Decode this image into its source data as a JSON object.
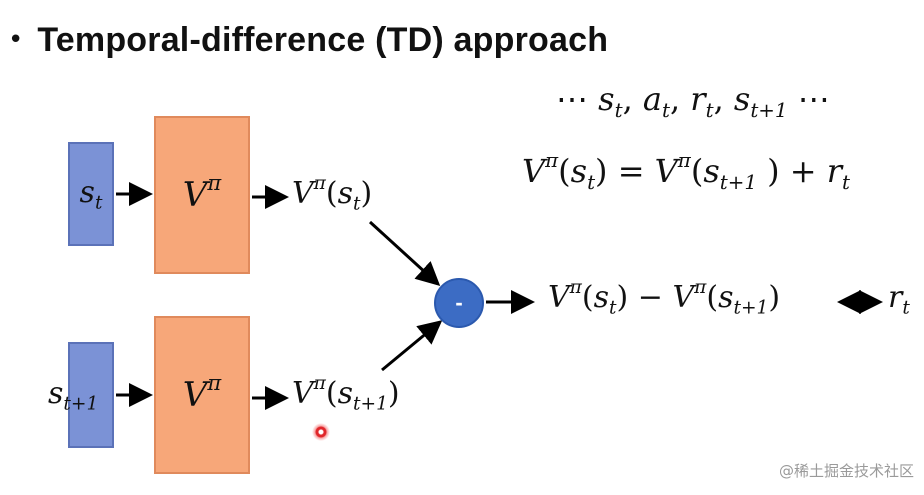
{
  "slide": {
    "bullet": "•",
    "title": "Temporal-difference (TD) approach"
  },
  "sequence": {
    "ellipsis_left": "⋯",
    "s": "s",
    "t": "t",
    "a": "a",
    "r": "r",
    "t1": "t+1",
    "ellipsis_right": "⋯"
  },
  "equation": {
    "V": "V",
    "pi": "π",
    "s": "s",
    "t": "t",
    "t1": "t+1",
    "r": "r"
  },
  "diagram": {
    "top": {
      "state_s": "s",
      "state_sub": "t",
      "v_label": "V",
      "v_sup": "π",
      "out_V": "V",
      "out_pi": "π",
      "out_s": "s",
      "out_sub": "t"
    },
    "bottom": {
      "state_s": "s",
      "state_sub": "t+1",
      "v_label": "V",
      "v_sup": "π",
      "out_V": "V",
      "out_pi": "π",
      "out_s": "s",
      "out_sub": "t+1"
    },
    "minus": "-",
    "result": {
      "V": "V",
      "pi": "π",
      "s": "s",
      "t": "t",
      "t1": "t+1",
      "r": "r",
      "r_sub": "t"
    }
  },
  "colors": {
    "state_box": "#7b92d6",
    "v_box": "#f7a779",
    "minus_circle": "#3c6cc4"
  },
  "watermark": "@稀土掘金技术社区"
}
